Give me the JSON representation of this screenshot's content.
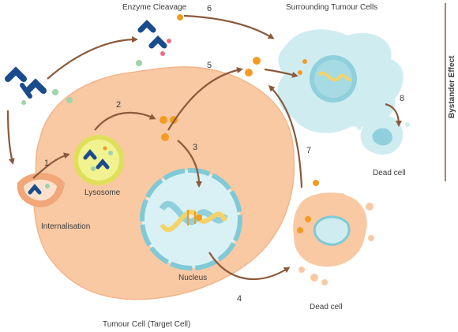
{
  "labels": {
    "enzyme_cleavage": "Enzyme Cleavage",
    "surrounding_tumour_cells": "Surrounding Tumour Cells",
    "bystander_effect": "Bystander Effect",
    "lysosome": "Lysosome",
    "internalisation": "Internalisation",
    "nucleus": "Nucleus",
    "dead_cell_right": "Dead cell",
    "dead_cell_bottom": "Dead cell",
    "tumour_cell": "Tumour Cell (Target Cell)"
  },
  "steps": [
    "1",
    "2",
    "3",
    "4",
    "5",
    "6",
    "7",
    "8"
  ],
  "colors": {
    "tumour_cell": "#f9c9a4",
    "tumour_cell_edge": "#f3b58a",
    "neighbor_cell": "#cfecf1",
    "neighbor_nucleus": "#8fd0dc",
    "nucleus_fill": "#d9f1f5",
    "nucleus_edge": "#7fcad6",
    "lysosome": "#e7e86a",
    "antibody": "#1a4b8c",
    "linker": "#9fd3a8",
    "payload": "#f39b22",
    "arrow": "#8a5a3b",
    "text": "#3c3c3c"
  }
}
